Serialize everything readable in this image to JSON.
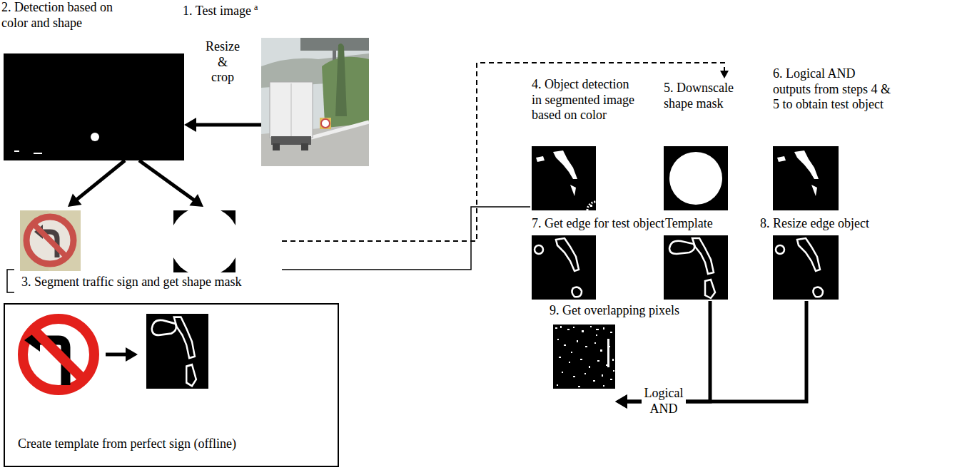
{
  "diagram": {
    "nodes": [
      {
        "text": [
          "1. Test image",
          "a"
        ]
      },
      {
        "text": [
          "2. Detection based on color and shape"
        ]
      },
      {
        "text": [
          "3. Segment traffic sign and get shape mask"
        ]
      },
      {
        "text": [
          "4. Object detection in segmented image based on color"
        ]
      },
      {
        "text": [
          "5. Downscale shape mask"
        ]
      },
      {
        "text": [
          "6. Logical AND outputs from steps 4 & 5 to obtain test object"
        ]
      },
      {
        "text": [
          "7. Get edge for test object"
        ]
      },
      {
        "text": [
          "Template"
        ]
      },
      {
        "text": [
          "8. Resize edge object"
        ]
      },
      {
        "text": [
          "9. Get overlapping pixels"
        ]
      },
      {
        "text": [
          "Create template from perfect sign (offline)"
        ]
      }
    ],
    "edges": [
      {
        "from": 0,
        "to": 1,
        "arrow": "to",
        "label": "Resize & crop"
      },
      {
        "from": 1,
        "to": 2,
        "arrow": "to"
      },
      {
        "from": 1,
        "to": 2,
        "arrow": "to"
      },
      {
        "from": 2,
        "to": 3,
        "arrow": "none"
      },
      {
        "from": 2,
        "to": 4,
        "arrow": "to"
      },
      {
        "from": 7,
        "to": 9,
        "arrow": "to",
        "label": "Logical AND"
      },
      {
        "from": 8,
        "to": 9,
        "arrow": "to"
      }
    ]
  }
}
